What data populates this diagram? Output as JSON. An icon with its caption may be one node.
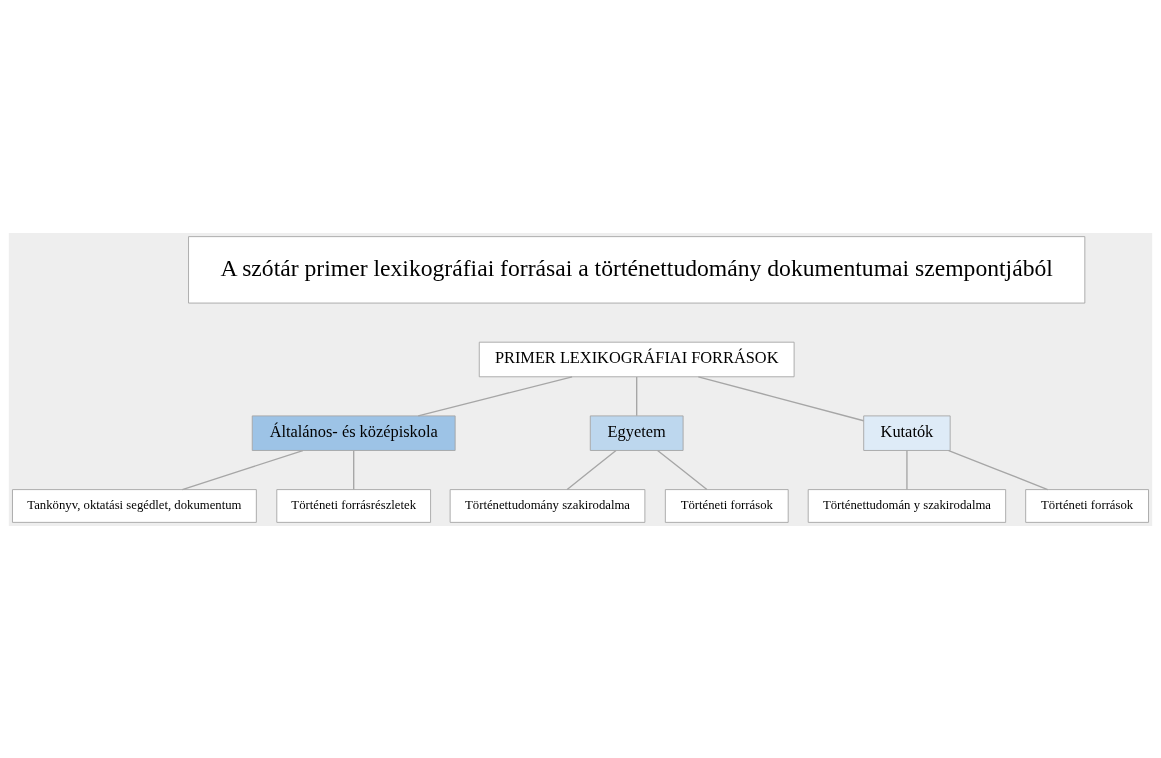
{
  "diagram": {
    "nodes": [
      {
        "text": [
          "A szótár primer lexikográfiai forrásai a történettudomány dokumentumai szempontjából"
        ]
      },
      {
        "text": [
          "PRIMER LEXIKOGRÁFIAI FORRÁSOK"
        ]
      },
      {
        "text": [
          "Általános- és középiskola"
        ]
      },
      {
        "text": [
          "Egyetem"
        ]
      },
      {
        "text": [
          "Kutatók"
        ]
      },
      {
        "text": [
          "Tankönyv, oktatási segédlet, dokumentum"
        ]
      },
      {
        "text": [
          "Történeti forrásrészletek"
        ]
      },
      {
        "text": [
          "Történettudomány szakirodalma"
        ]
      },
      {
        "text": [
          "Történeti források"
        ]
      },
      {
        "text": [
          "Történettudomán y szakirodalma"
        ]
      },
      {
        "text": [
          "Történeti források"
        ]
      }
    ],
    "edges": [
      {
        "from": 1,
        "to": 2,
        "arrow": "none"
      },
      {
        "from": 1,
        "to": 3,
        "arrow": "none"
      },
      {
        "from": 1,
        "to": 4,
        "arrow": "none"
      },
      {
        "from": 2,
        "to": 5,
        "arrow": "none"
      },
      {
        "from": 2,
        "to": 6,
        "arrow": "none"
      },
      {
        "from": 3,
        "to": 7,
        "arrow": "none"
      },
      {
        "from": 3,
        "to": 8,
        "arrow": "none"
      },
      {
        "from": 4,
        "to": 9,
        "arrow": "none"
      },
      {
        "from": 4,
        "to": 10,
        "arrow": "none"
      }
    ]
  }
}
